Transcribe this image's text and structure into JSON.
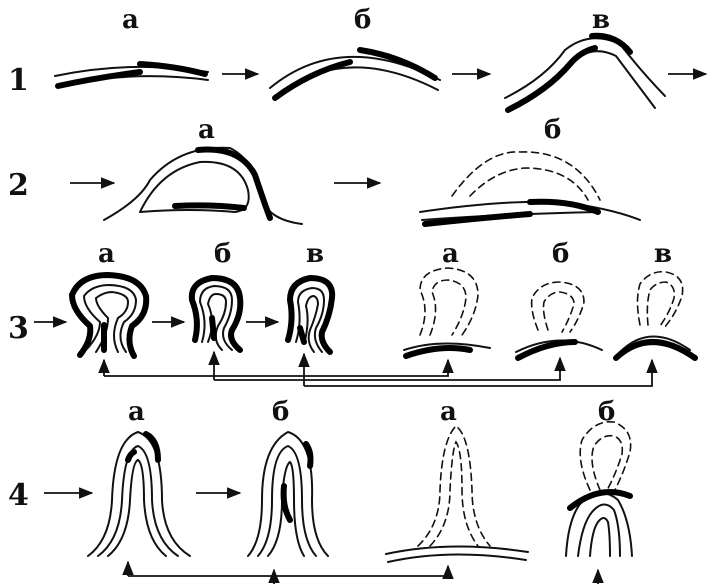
{
  "row_labels": [
    "1",
    "2",
    "3",
    "4"
  ],
  "row1": {
    "labels": [
      "а",
      "б",
      "в"
    ]
  },
  "row2": {
    "labels": [
      "а",
      "б"
    ]
  },
  "row3": {
    "labels": [
      "а",
      "б",
      "в",
      "а",
      "б",
      "в"
    ]
  },
  "row4": {
    "labels": [
      "а",
      "б",
      "а",
      "б"
    ]
  }
}
